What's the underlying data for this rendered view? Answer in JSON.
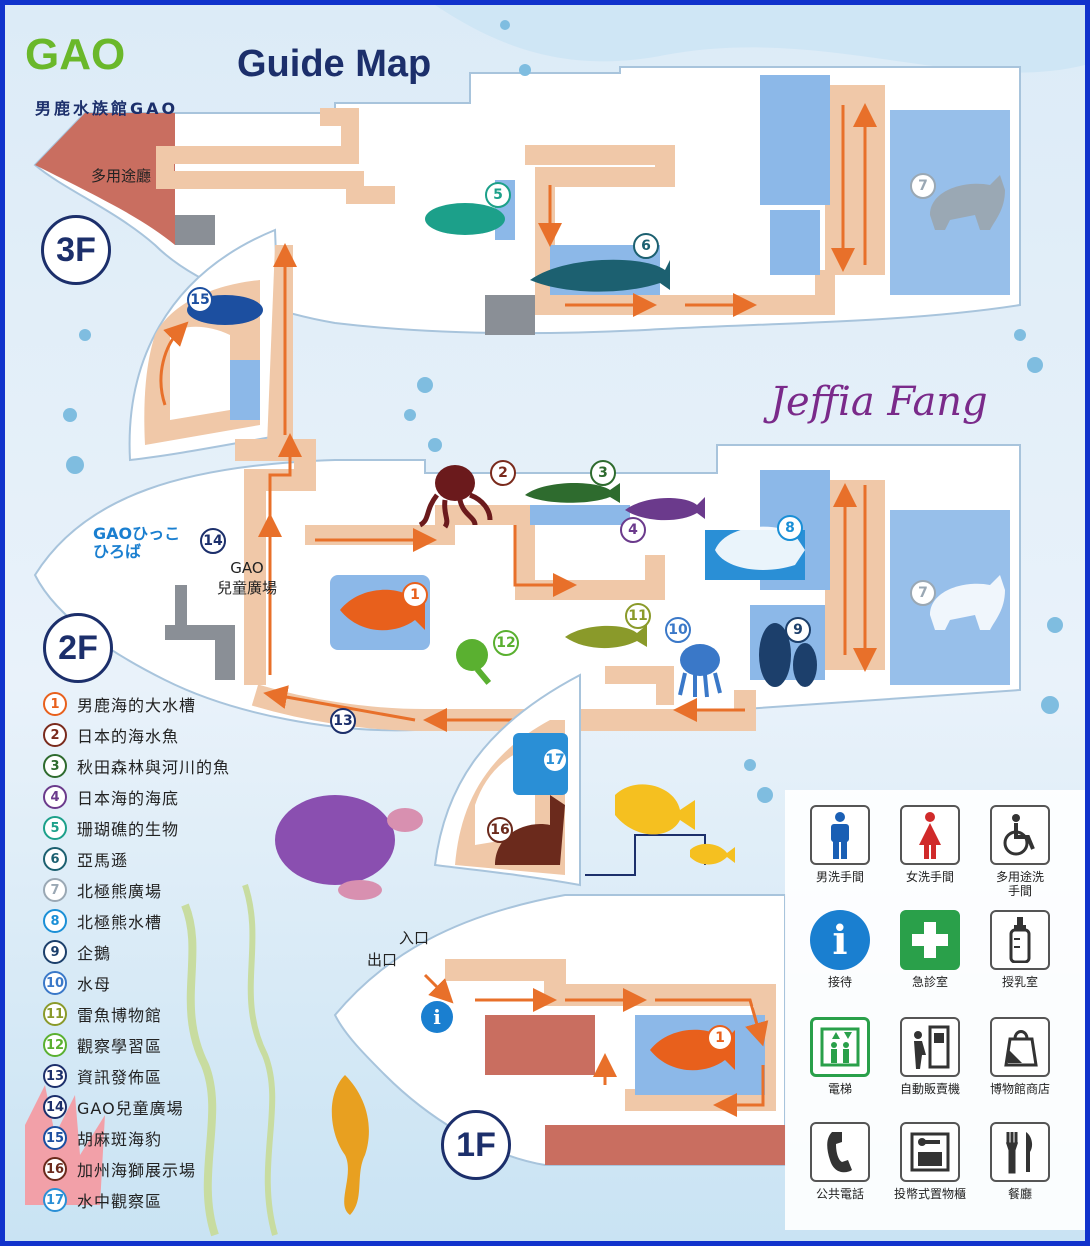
{
  "header": {
    "logo_text": "GAO",
    "logo_subtitle": "男鹿水族館GAO",
    "title": "Guide Map"
  },
  "floors": [
    "3F",
    "2F",
    "1F"
  ],
  "signature": "Jeffia Fang",
  "places": {
    "multipurpose_hall": "多用途廳",
    "gao_kids_plaza": "GAO\n兒童廣場",
    "entrance": "入口",
    "exit": "出口",
    "kids_plaza_logo": "GAOひっこひろば"
  },
  "exhibits": [
    {
      "num": "1",
      "label": "男鹿海的大水槽",
      "color": "#e8601c"
    },
    {
      "num": "2",
      "label": "日本的海水魚",
      "color": "#7a2a1c"
    },
    {
      "num": "3",
      "label": "秋田森林與河川的魚",
      "color": "#2e6b2e"
    },
    {
      "num": "4",
      "label": "日本海的海底",
      "color": "#6b3a8c"
    },
    {
      "num": "5",
      "label": "珊瑚礁的生物",
      "color": "#1ca08a"
    },
    {
      "num": "6",
      "label": "亞馬遜",
      "color": "#1c6070"
    },
    {
      "num": "7",
      "label": "北極熊廣場",
      "color": "#9aa8b4"
    },
    {
      "num": "8",
      "label": "北極熊水槽",
      "color": "#1a8fd6"
    },
    {
      "num": "9",
      "label": "企鵝",
      "color": "#1c3f6b"
    },
    {
      "num": "10",
      "label": "水母",
      "color": "#3a78c8"
    },
    {
      "num": "11",
      "label": "雷魚博物館",
      "color": "#8a9a2a"
    },
    {
      "num": "12",
      "label": "觀察學習區",
      "color": "#5ab030"
    },
    {
      "num": "13",
      "label": "資訊發佈區",
      "color": "#1c2f6b"
    },
    {
      "num": "14",
      "label": "GAO兒童廣場",
      "color": "#1c2f6b"
    },
    {
      "num": "15",
      "label": "胡麻斑海豹",
      "color": "#1c4fa0"
    },
    {
      "num": "16",
      "label": "加州海獅展示場",
      "color": "#6b2a1c"
    },
    {
      "num": "17",
      "label": "水中觀察區",
      "color": "#2a8fd6"
    }
  ],
  "services": [
    {
      "icon": "mens-restroom-icon",
      "label": "男洗手間"
    },
    {
      "icon": "womens-restroom-icon",
      "label": "女洗手間"
    },
    {
      "icon": "accessible-restroom-icon",
      "label": "多用途洗\n手間"
    },
    {
      "icon": "information-icon",
      "label": "接待"
    },
    {
      "icon": "first-aid-icon",
      "label": "急診室"
    },
    {
      "icon": "nursing-room-icon",
      "label": "授乳室"
    },
    {
      "icon": "elevator-icon",
      "label": "電梯"
    },
    {
      "icon": "vending-machine-icon",
      "label": "自動販賣機"
    },
    {
      "icon": "museum-shop-icon",
      "label": "博物館商店"
    },
    {
      "icon": "public-phone-icon",
      "label": "公共電話"
    },
    {
      "icon": "coin-locker-icon",
      "label": "投幣式置物櫃"
    },
    {
      "icon": "restaurant-icon",
      "label": "餐廳"
    }
  ],
  "colors": {
    "frame": "#1133cc",
    "background": "#e3eff8",
    "floor_fill": "#ffffff",
    "route": "#f0c8a8",
    "arrow": "#e8702a",
    "tank": "#8cb8e8",
    "navy": "#1c2f6b"
  }
}
